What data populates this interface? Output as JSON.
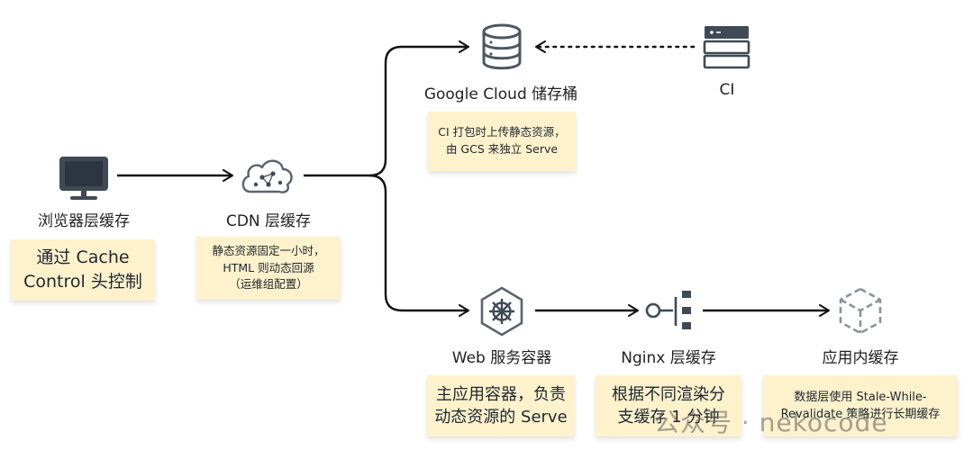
{
  "nodes": {
    "browser": {
      "label": "浏览器层缓存",
      "note": [
        "通过 Cache",
        "Control 头控制"
      ]
    },
    "cdn": {
      "label": "CDN 层缓存",
      "note": [
        "静态资源固定一小时，",
        "HTML 则动态回源",
        "（运维组配置）"
      ]
    },
    "gcs": {
      "label": "Google Cloud 储存桶",
      "note": [
        "CI 打包时上传静态资源，",
        "由 GCS 来独立 Serve"
      ]
    },
    "ci": {
      "label": "CI"
    },
    "web": {
      "label": "Web 服务容器",
      "note": [
        "主应用容器，负责",
        "动态资源的 Serve"
      ]
    },
    "nginx": {
      "label": "Nginx 层缓存",
      "note": [
        "根据不同渲染分",
        "支缓存 1 分钟"
      ]
    },
    "app": {
      "label": "应用内缓存",
      "note": [
        "数据层使用 Stale-While-",
        "Revalidate 策略进行长期缓存"
      ]
    }
  },
  "watermark": "公众号 · nekocode",
  "colors": {
    "icon": "#3f4a56",
    "arrow": "#111111",
    "note_bg": "#fdf2cc"
  }
}
